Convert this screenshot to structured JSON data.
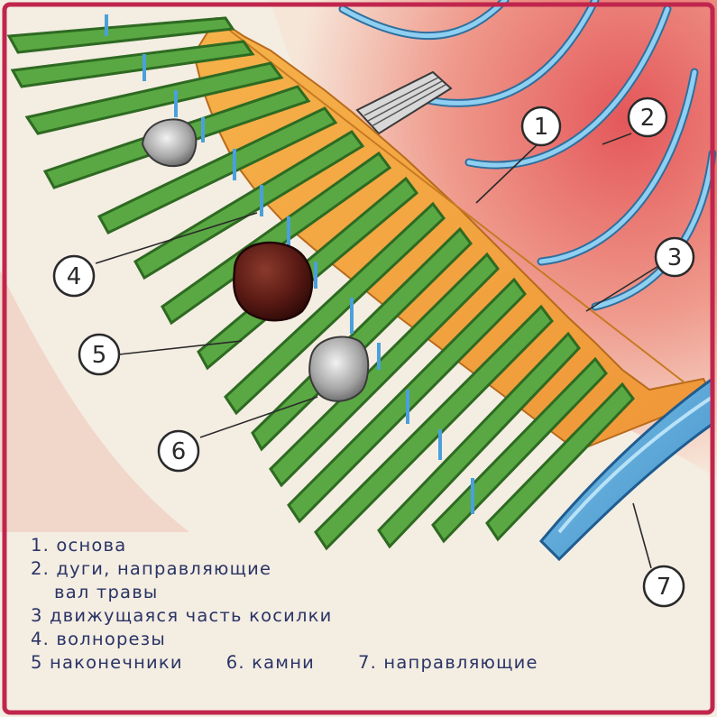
{
  "legend": {
    "item1": "1. основа",
    "item2_line1": "2. дуги, направляющие",
    "item2_line2": "вал травы",
    "item3": "3 движущаяся часть косилки",
    "item4": "4. волнорезы",
    "item5": "5 наконечники",
    "item6": "6. камни",
    "item7": "7. направляющие"
  },
  "callouts": [
    "1",
    "2",
    "3",
    "4",
    "5",
    "6",
    "7"
  ],
  "colors": {
    "border": "#c0264d",
    "blade_base": "#f2a43c",
    "teeth": "#4f9a3c",
    "arcs": "#5aa6d8",
    "background_red": "#e0675d",
    "text": "#2a3566"
  }
}
